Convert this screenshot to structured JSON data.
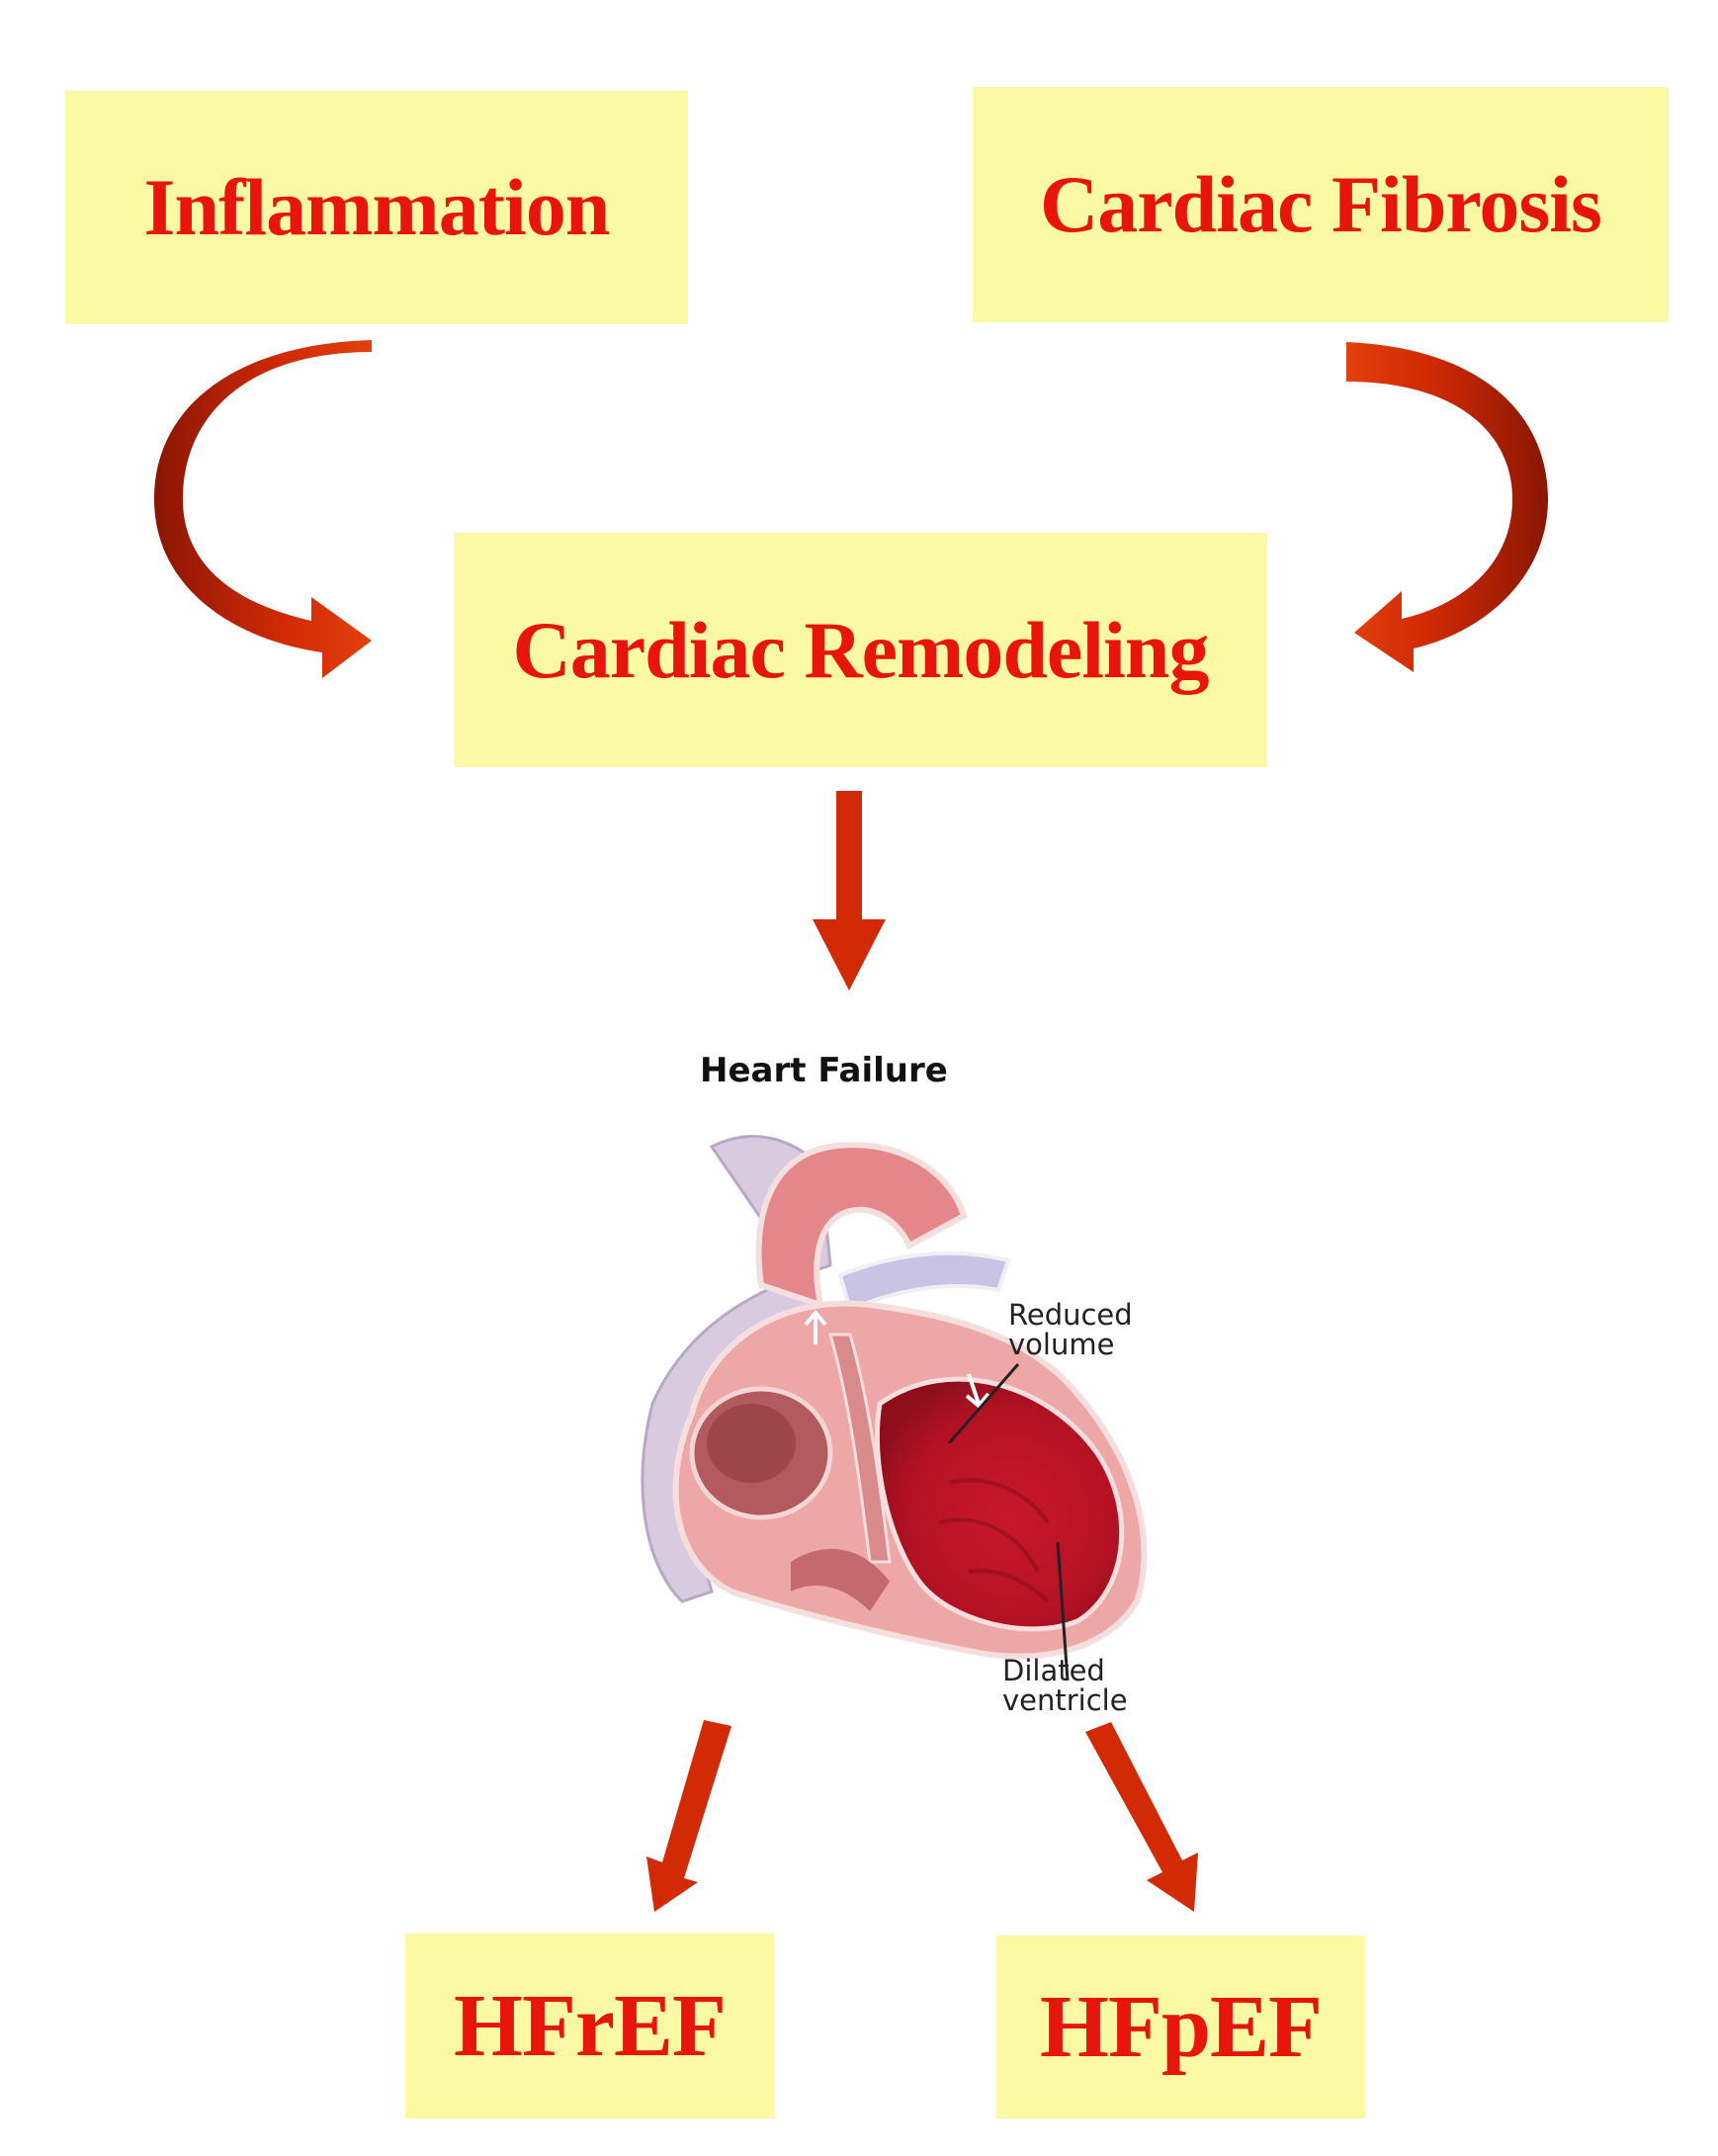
{
  "nodes": {
    "inflammation": "Inflammation",
    "cardiac_fibrosis": "Cardiac Fibrosis",
    "cardiac_remodeling": "Cardiac Remodeling",
    "hfref": "HFrEF",
    "hfpef": "HFpEF"
  },
  "heart_illustration": {
    "title": "Heart Failure",
    "label_reduced_line1": "Reduced",
    "label_reduced_line2": "volume",
    "label_dilated_line1": "Dilated",
    "label_dilated_line2": "ventricle"
  },
  "colors": {
    "box_fill": "#fbf9a4",
    "text_red": "#e8150d",
    "arrow_red": "#d12a05",
    "arrow_dark": "#8a1602"
  }
}
